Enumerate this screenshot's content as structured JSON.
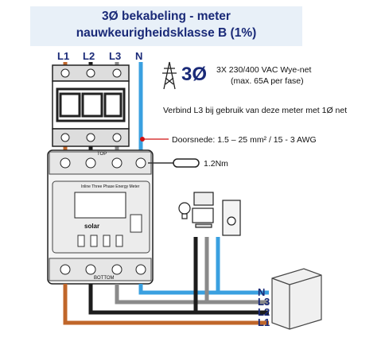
{
  "title": {
    "line1": "3Ø bekabeling - meter",
    "line2": "nauwkeurigheidsklasse B (1%)"
  },
  "phases": {
    "l1": "L1",
    "l2": "L2",
    "l3": "L3",
    "n": "N"
  },
  "right_labels": {
    "n": "N",
    "l3": "L3",
    "l2": "L2",
    "l1": "L1"
  },
  "specs": {
    "phase_symbol": "3Ø",
    "voltage": "3X 230/400 VAC Wye-net",
    "max_current": "(max. 65A per fase)",
    "single_phase_note": "Verbind L3 bij gebruik van deze meter met 1Ø net",
    "cross_section": "Doorsnede: 1.5 – 25 mm² / 15 - 3 AWG",
    "torque": "1.2Nm"
  },
  "meter": {
    "top_label": "TOP",
    "bottom_label": "BOTTOM",
    "name": "Inline Three Phase Energy Meter",
    "brand": "solar"
  },
  "colors": {
    "l1": "#c0662a",
    "l2": "#1c1c1c",
    "l3": "#8a8a8a",
    "n": "#3aa0e0",
    "title_text": "#1a2a78",
    "title_bg": "#e8f0f8"
  },
  "icons": [
    "pylon-icon",
    "lightbulb-icon",
    "computer-icon",
    "inverter-icon",
    "distribution-box-icon",
    "screwdriver-icon"
  ]
}
